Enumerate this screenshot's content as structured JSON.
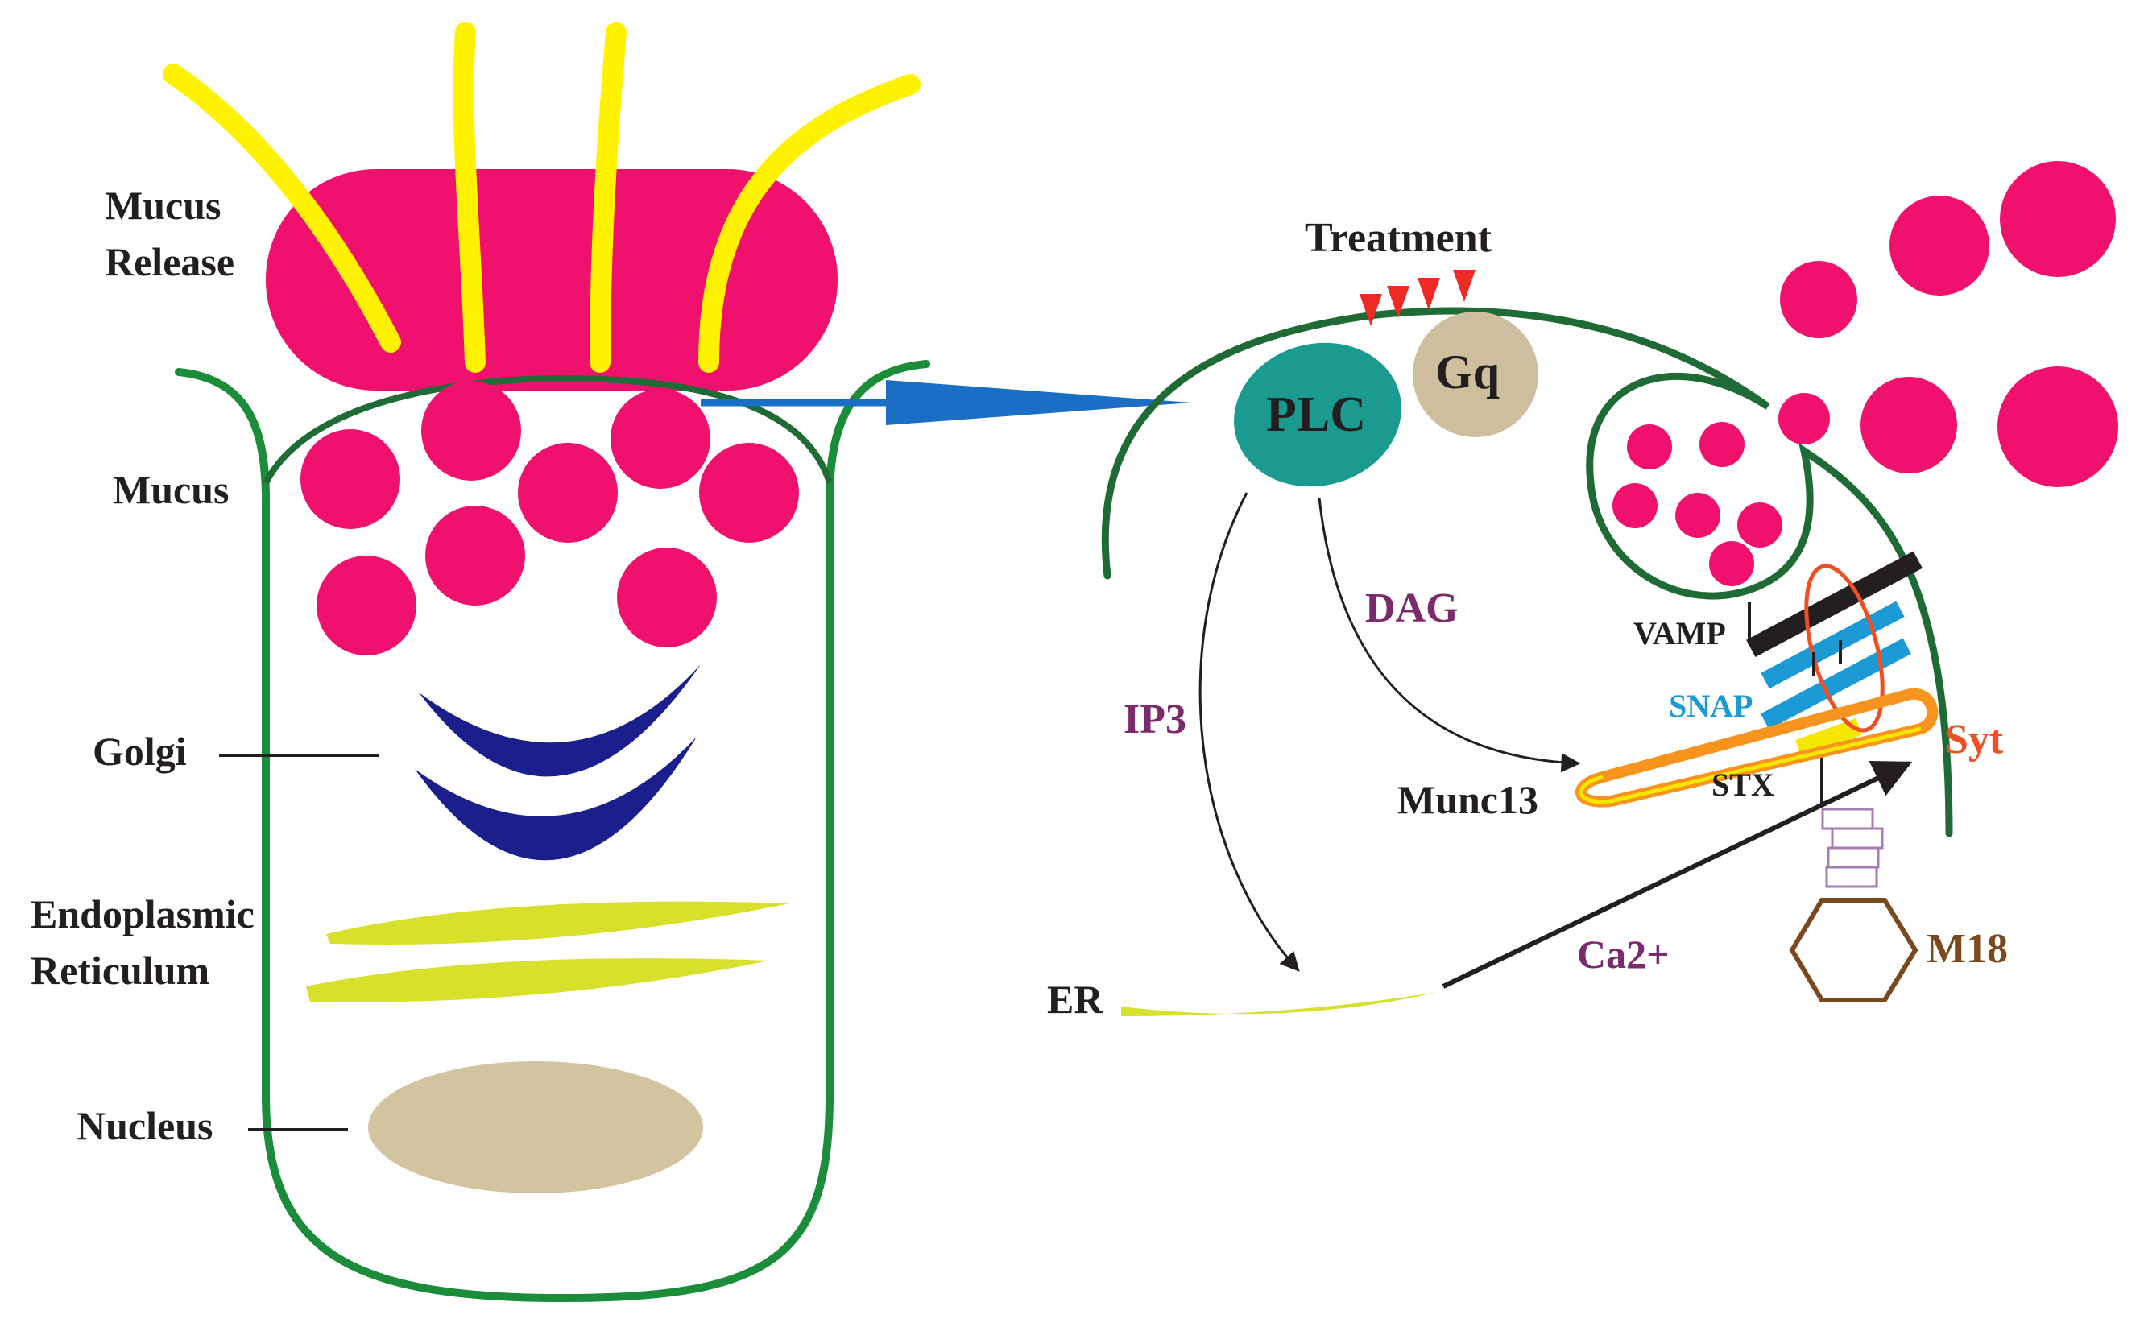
{
  "labels": {
    "mucus_release_line1": "Mucus",
    "mucus_release_line2": "Release",
    "mucus": "Mucus",
    "golgi": "Golgi",
    "er_line1": "Endoplasmic",
    "er_line2": "Reticulum",
    "nucleus": "Nucleus",
    "treatment": "Treatment",
    "gq": "Gq",
    "plc": "PLC",
    "dag": "DAG",
    "ip3": "IP3",
    "munc13": "Munc13",
    "er_short": "ER",
    "ca2": "Ca2+",
    "vamp": "VAMP",
    "snap": "SNAP",
    "stx": "STX",
    "syt": "Syt",
    "m18": "M18"
  },
  "colors": {
    "membrane": "#1a8c3a",
    "membrane_dark": "#1f6b35",
    "mucus": "#f0116e",
    "flagella": "#fff200",
    "golgi": "#1a1f8c",
    "er": "#d7e02a",
    "nucleus": "#d3c4a0",
    "plc": "#1b9a90",
    "gq": "#cdbf9e",
    "arrow_blue": "#1a6fc4",
    "treatment_arrows": "#ee2a24",
    "pathway_text": "#7b2a6e",
    "vamp": "#231f20",
    "snap": "#1b9ad6",
    "stx": "#f5e600",
    "syt": "#f04e23",
    "m18": "#7a4a1e",
    "m18_link": "#a67bb5",
    "munc13_outer": "#f7941d",
    "munc13_inner": "#f5e600"
  }
}
